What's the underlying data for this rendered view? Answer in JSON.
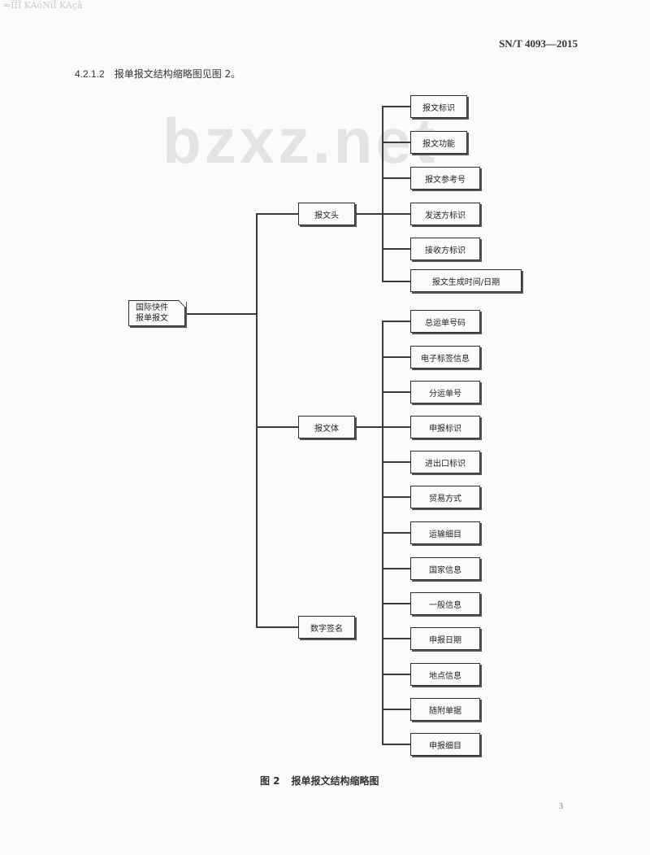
{
  "header": {
    "garbled_text": "=ÏÏÏ KAóNïÏ KAçâ",
    "standard_code": "SN/T 4093—2015"
  },
  "clause": {
    "number": "4.2.1.2",
    "text": "报单报文结构缩略图见图 2。"
  },
  "watermark": "bzxz.net",
  "diagram": {
    "root": {
      "line1": "国际快件",
      "line2": "报单报文"
    },
    "branches": [
      {
        "label": "报文头",
        "children": [
          "报文标识",
          "报文功能",
          "报文参考号",
          "发送方标识",
          "接收方标识",
          "报文生成时间/日期"
        ]
      },
      {
        "label": "报文体",
        "children": [
          "总运单号码",
          "电子标签信息",
          "分运单号",
          "申报标识",
          "进出口标识",
          "贸易方式",
          "运输细目",
          "国家信息",
          "一般信息",
          "申报日期",
          "地点信息",
          "随附单据",
          "申报细目"
        ]
      },
      {
        "label": "数字签名",
        "children": []
      }
    ]
  },
  "caption": {
    "figure": "图 2",
    "title": "报单报文结构缩略图"
  },
  "page_number": "3"
}
